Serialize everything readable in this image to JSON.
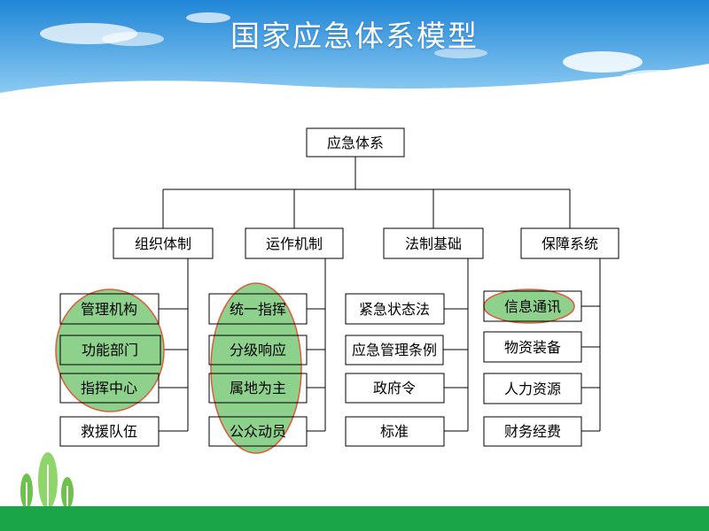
{
  "slide": {
    "title": "国家应急体系模型"
  },
  "diagram": {
    "root": "应急体系",
    "categories": [
      {
        "label": "组织体制",
        "items": [
          "管理机构",
          "功能部门",
          "指挥中心",
          "救援队伍"
        ]
      },
      {
        "label": "运作机制",
        "items": [
          "统一指挥",
          "分级响应",
          "属地为主",
          "公众动员"
        ]
      },
      {
        "label": "法制基础",
        "items": [
          "紧急状态法",
          "应急管理条例",
          "政府令",
          "标准"
        ]
      },
      {
        "label": "保障系统",
        "items": [
          "信息通讯",
          "物资装备",
          "人力资源",
          "财务经费"
        ]
      }
    ]
  },
  "colors": {
    "sky_top": "#1f86d6",
    "sky_bottom": "#7cc4f0",
    "highlight_fill": "#8ed18c",
    "highlight_stroke": "#e05a3a",
    "bottom_bar": "#1aa548"
  }
}
